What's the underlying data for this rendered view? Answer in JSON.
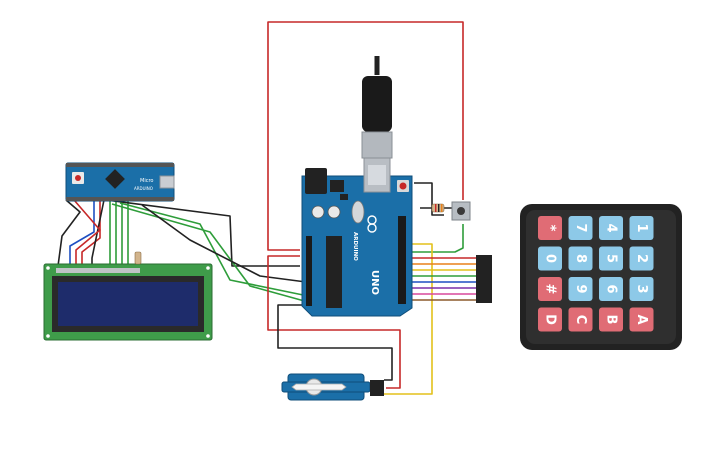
{
  "uno": {
    "brand_text": "ARDUINO",
    "model_text": "UNO",
    "icon": "arduino-infinity-logo",
    "color": "#1b6fa8",
    "usb_connector": "usb-b-connector",
    "reset_button": "reset-button"
  },
  "micro": {
    "model_text": "Micro",
    "brand_text": "ARDUINO",
    "color": "#1b6fa8"
  },
  "lcd": {
    "type": "16x2 character lcd",
    "pcb_color": "#3f9c4a",
    "screen_color": "#1e2c6b"
  },
  "keypad": {
    "keys": [
      {
        "label": "*",
        "color": "#e06c75"
      },
      {
        "label": "7",
        "color": "#8dc9e8"
      },
      {
        "label": "4",
        "color": "#8dc9e8"
      },
      {
        "label": "1",
        "color": "#8dc9e8"
      },
      {
        "label": "0",
        "color": "#8dc9e8"
      },
      {
        "label": "8",
        "color": "#8dc9e8"
      },
      {
        "label": "5",
        "color": "#8dc9e8"
      },
      {
        "label": "2",
        "color": "#8dc9e8"
      },
      {
        "label": "#",
        "color": "#e06c75"
      },
      {
        "label": "9",
        "color": "#8dc9e8"
      },
      {
        "label": "6",
        "color": "#8dc9e8"
      },
      {
        "label": "3",
        "color": "#8dc9e8"
      },
      {
        "label": "D",
        "color": "#e06c75"
      },
      {
        "label": "C",
        "color": "#e06c75"
      },
      {
        "label": "B",
        "color": "#e06c75"
      },
      {
        "label": "A",
        "color": "#e06c75"
      }
    ]
  },
  "servo": {
    "color": "#1b6fa8"
  },
  "wire_colors": {
    "red": "#c62828",
    "black": "#222222",
    "green": "#2e9d3a",
    "blue": "#1e4fc2",
    "yellow": "#e3c11b",
    "orange": "#e8801a",
    "purple": "#7b2fa8",
    "pink": "#d9489b",
    "brown": "#8b5a2b"
  }
}
